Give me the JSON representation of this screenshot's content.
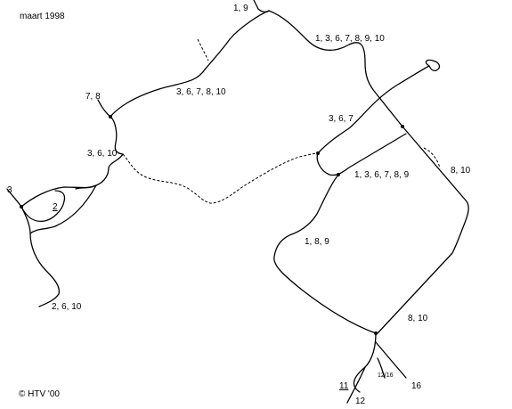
{
  "header": {
    "date": "maart 1998"
  },
  "footer": {
    "copyright": "© HTV '00"
  },
  "style": {
    "line": "#000000",
    "background": "#ffffff"
  },
  "map": {
    "route_labels": {
      "top_north": "1, 9",
      "top_right": "1, 3, 6, 7, 8, 9, 10",
      "upper_middle": "3, 6, 7, 8, 10",
      "left_branch": "7, 8",
      "left_junction": "3, 6, 10",
      "far_left": "3",
      "left_loop": "2",
      "bottom_left": "2, 6, 10",
      "center_loop": "3, 6, 7",
      "center_junction": "1, 3, 6, 7, 8, 9",
      "right_side": "8, 10",
      "lower_middle": "1, 8, 9",
      "lower_right": "8, 10",
      "bottom_11": "11",
      "bottom_1216": "12/16",
      "bottom_16": "16",
      "bottom_12": "12"
    }
  }
}
